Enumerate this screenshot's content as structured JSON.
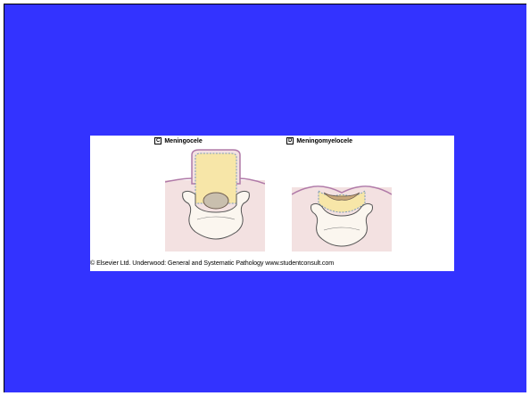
{
  "figure": {
    "panels": [
      {
        "letter": "C",
        "title": "Meningocele"
      },
      {
        "letter": "D",
        "title": "Meningomyelocele"
      }
    ],
    "copyright": "© Elsevier Ltd. Underwood: General and Systematic Pathology www.studentconsult.com"
  },
  "colors": {
    "slide_background": "#3333ff",
    "figure_background": "#ffffff",
    "tissue": "#f0dcdc",
    "csf_sac": "#f7e6a8",
    "membrane": "#b07aa8",
    "spinal_cord": "#c9bfae"
  }
}
